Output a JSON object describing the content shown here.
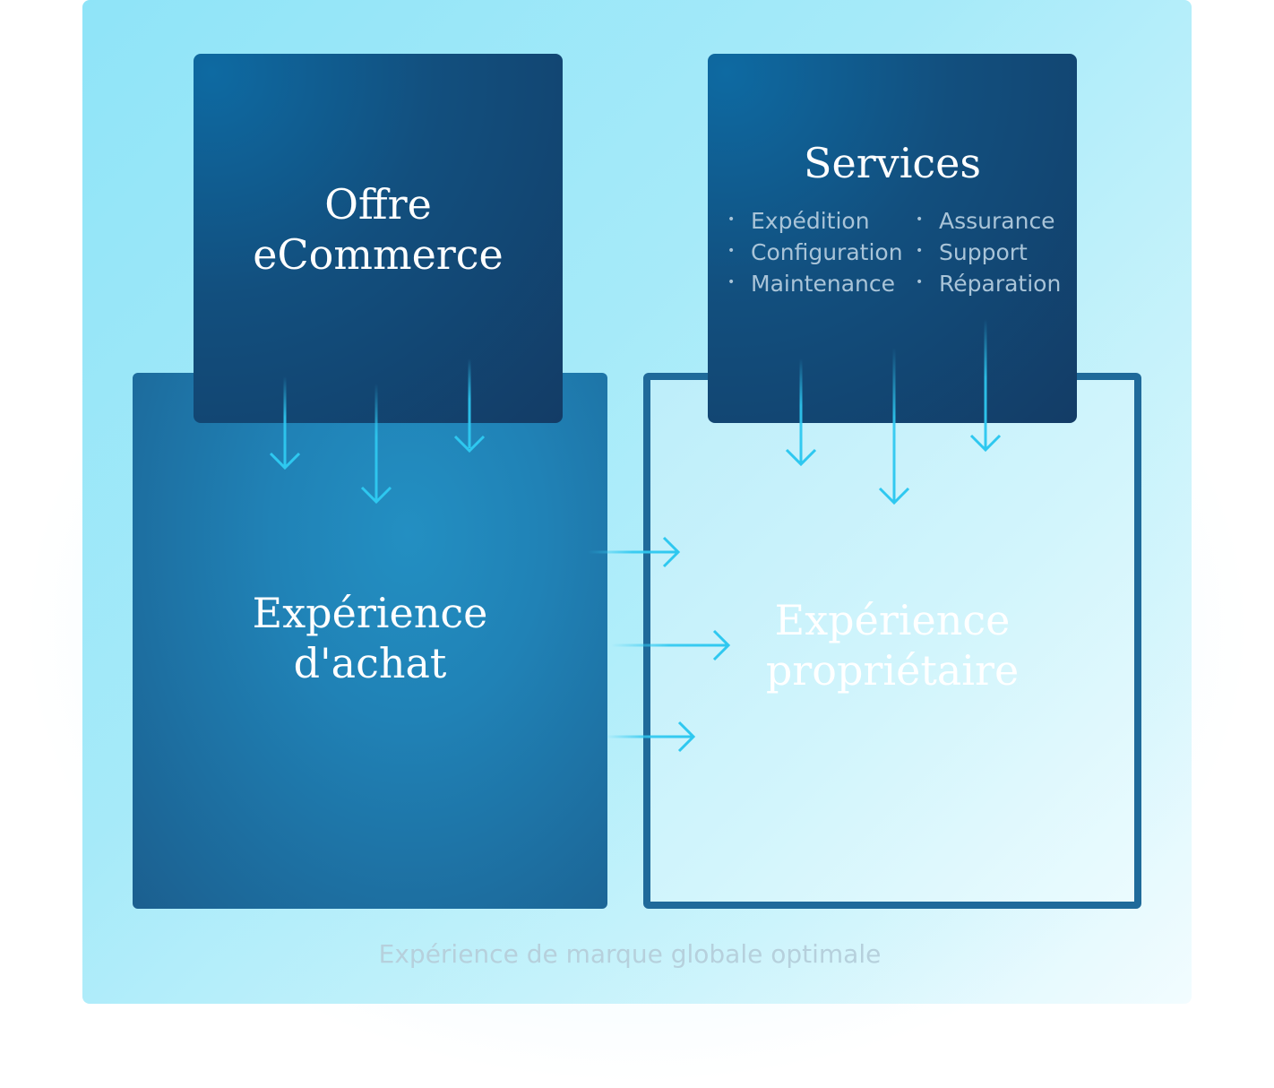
{
  "diagram": {
    "offer": {
      "title_lines": [
        "Offre",
        "eCommerce"
      ]
    },
    "services": {
      "title": "Services",
      "items": [
        "Expédition",
        "Assurance",
        "Configuration",
        "Support",
        "Maintenance",
        "Réparation"
      ]
    },
    "purchase": {
      "title_lines": [
        "Expérience",
        "d'achat"
      ]
    },
    "owner": {
      "title_lines": [
        "Expérience",
        "propriétaire"
      ]
    },
    "caption": "Expérience de marque globale optimale"
  },
  "colors": {
    "panel_bg": "#a6eaf9",
    "dark_box": "#124f7e",
    "purchase_box": "#2082b6",
    "owner_border": "#1f6a9a",
    "arrow": "#2ec8f0",
    "bullet_text": "#a9c4d8",
    "caption_text": "#b6d0dc"
  }
}
